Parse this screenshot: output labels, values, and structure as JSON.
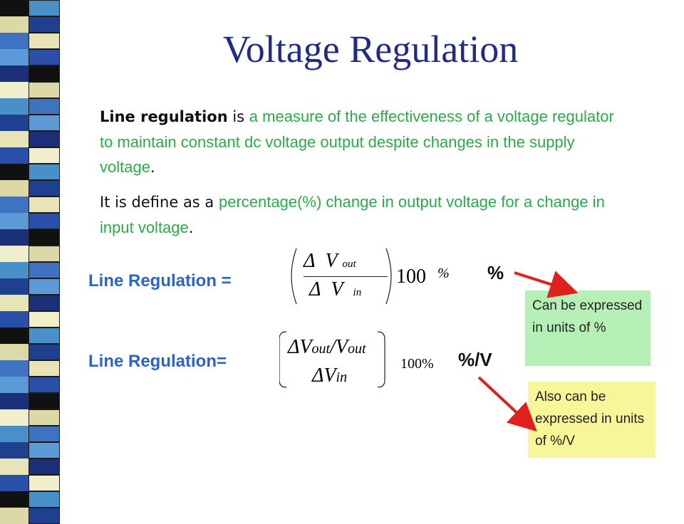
{
  "title": "Voltage Regulation",
  "para1": {
    "term": "Line regulation",
    "is": " is ",
    "rest1": "a measure of the effectiveness of a voltage regulator to maintain constant dc voltage output despite changes in the supply voltage",
    "end": "."
  },
  "para2": {
    "lead": "It is define",
    "as_a": " as a ",
    "rest": "percentage(%) change in output voltage for a change in input voltage",
    "end": "."
  },
  "formula1": {
    "label": "Line Regulation =",
    "num_delta": "Δ",
    "num_var": "V",
    "num_sub": "out",
    "den_delta": "Δ",
    "den_var": "V",
    "den_sub": "in",
    "factor": "100",
    "percent_small": "%",
    "unit": "%"
  },
  "formula2": {
    "label": "Line Regulation=",
    "num_delta": "Δ",
    "num_v1": "V",
    "num_sub1": "out",
    "slash": "/",
    "num_v2": "V",
    "num_sub2": "out",
    "den_delta": "Δ",
    "den_var": "V",
    "den_sub": "in",
    "factor": "100%",
    "unit": "%/V"
  },
  "notes": {
    "note1": "Can be expressed in units of %",
    "note2": "Also can be expressed in units of %/V"
  },
  "colors": {
    "title": "#1f2a8a",
    "green_text": "#2ea84a",
    "label_blue": "#2c63c6",
    "arrow_red": "#e0201c",
    "note1_bg": "#b6f0b6",
    "note2_bg": "#f7f79a"
  }
}
